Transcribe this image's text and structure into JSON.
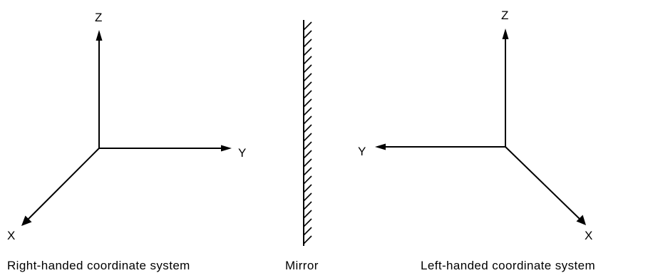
{
  "right_system": {
    "x_label": "X",
    "y_label": "Y",
    "z_label": "Z",
    "caption": "Right-handed coordinate system"
  },
  "mirror": {
    "caption": "Mirror"
  },
  "left_system": {
    "x_label": "X",
    "y_label": "Y",
    "z_label": "Z",
    "caption": "Left-handed coordinate system"
  }
}
